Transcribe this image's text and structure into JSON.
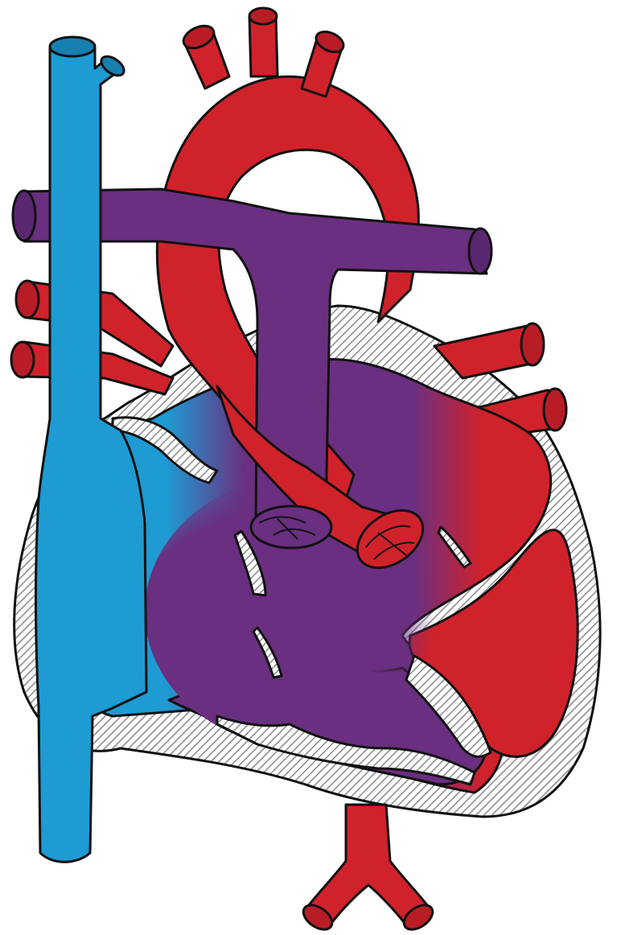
{
  "diagram": {
    "kind": "heart-anatomy-illustration",
    "colors": {
      "oxygenated": "#d0222b",
      "deoxygenated": "#1e9bd3",
      "mixed": "#6a2f80",
      "wall_hatch": "#9a9a9a",
      "outline": "#111111",
      "background": "#ffffff"
    },
    "structures": [
      {
        "id": "superior-vena-cava",
        "fill": "deoxygenated"
      },
      {
        "id": "inferior-vena-cava",
        "fill": "deoxygenated"
      },
      {
        "id": "aorta",
        "fill": "oxygenated"
      },
      {
        "id": "aortic-arch-branches",
        "fill": "oxygenated"
      },
      {
        "id": "pulmonary-artery",
        "fill": "mixed"
      },
      {
        "id": "pulmonary-veins",
        "fill": "oxygenated"
      },
      {
        "id": "left-atrium",
        "fill": "oxygenated"
      },
      {
        "id": "left-ventricle",
        "fill": "oxygenated"
      },
      {
        "id": "right-atrium",
        "fill": "mixed"
      },
      {
        "id": "right-ventricle",
        "fill": "mixed"
      },
      {
        "id": "descending-aorta",
        "fill": "oxygenated"
      },
      {
        "id": "heart-wall",
        "fill": "wall_hatch"
      }
    ]
  }
}
